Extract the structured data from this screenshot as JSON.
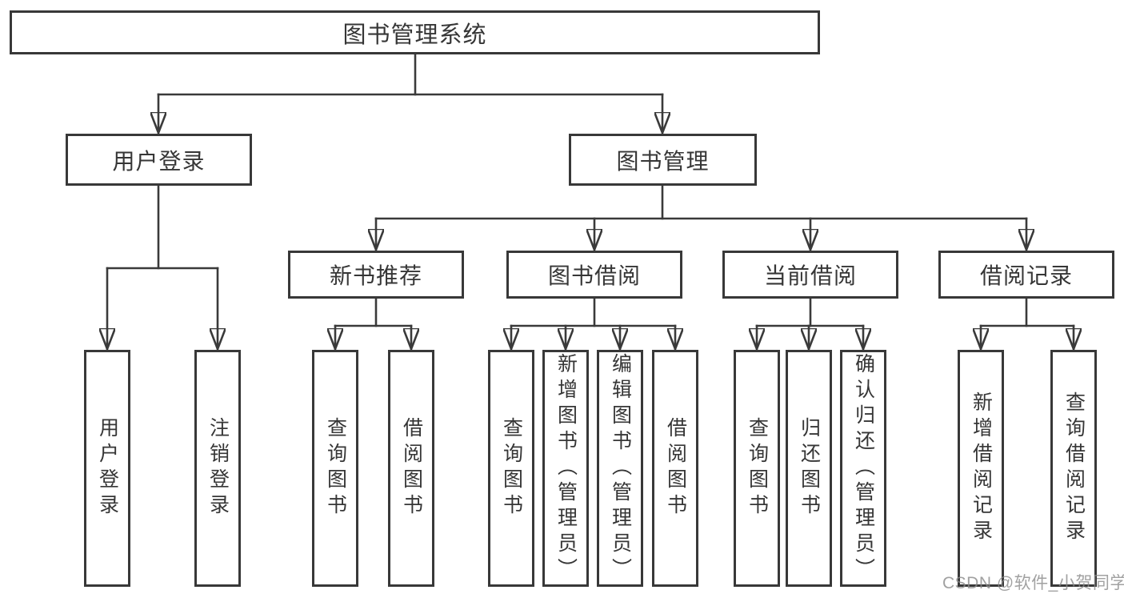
{
  "colors": {
    "line": "#3a3a3a",
    "border": "#383838",
    "text": "#363636",
    "background": "#ffffff",
    "watermark": "#8a8a8a"
  },
  "tree": {
    "root": "图书管理系统",
    "level2": [
      "用户登录",
      "图书管理"
    ],
    "level3": [
      "新书推荐",
      "图书借阅",
      "当前借阅",
      "借阅记录"
    ],
    "leaves": {
      "user_login": [
        "用户登录",
        "注销登录"
      ],
      "new_book_recommend": [
        "查询图书",
        "借阅图书"
      ],
      "book_borrowing": [
        "查询图书",
        "新增图书（管理员）",
        "编辑图书（管理员）",
        "借阅图书"
      ],
      "current_borrowing": [
        "查询图书",
        "归还图书",
        "确认归还（管理员）"
      ],
      "borrowing_records": [
        "新增借阅记录",
        "查询借阅记录"
      ]
    }
  },
  "watermark": "CSDN @软件_小贺同学"
}
